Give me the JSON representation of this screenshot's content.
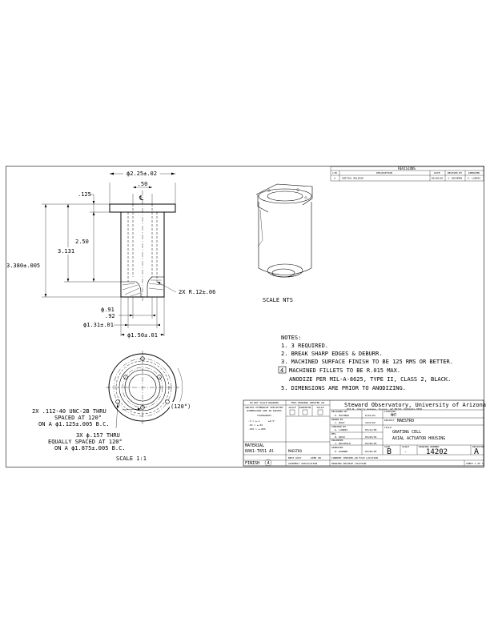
{
  "revisions": {
    "title": "REVISIONS",
    "headers": [
      "LTR",
      "DESCRIPTION",
      "DATE",
      "REVISED BY",
      "APPROVED"
    ],
    "rows": [
      [
        "A",
        "INITIAL RELEASE",
        "06/08/06",
        "J. BECHMAN",
        "G. LANDIS"
      ]
    ]
  },
  "dims": {
    "od": "ϕ2.25±.02",
    "p50": ".50",
    "p125": ".125",
    "p250": "2.50",
    "p3131": "3.131",
    "p3380": "3.380±.005",
    "fillet": "2X R.12±.06",
    "bore1": "ϕ.91",
    "bore2": ".92",
    "bore131": "ϕ1.31±.01",
    "od150": "ϕ1.50±.01",
    "tap1": "2X .112-40 UNC-2B THRU",
    "tap2": "SPACED AT 120°",
    "tap3": "ON A ϕ1.125±.005 B.C.",
    "angle": "(120°)",
    "hole1": "3X ϕ.157 THRU",
    "hole2": "EQUALLY SPACED AT 120°",
    "hole3": "ON A ϕ1.875±.005 B.C.",
    "scale": "SCALE 1:1",
    "scale_nts": "SCALE NTS",
    "center": "℄"
  },
  "notes": {
    "title": "NOTES:",
    "items": [
      "1. 3 REQUIRED.",
      "2. BREAK SHARP EDGES & DEBURR.",
      "3. MACHINED SURFACE FINISH TO BE 125 RMS OR BETTER.",
      "MACHINED FILLETS TO BE R.015 MAX.",
      "ANODIZE PER MIL-A-8625, TYPE II, CLASS 2, BLACK.",
      "5. DIMENSIONS ARE PRIOR TO ANODIZING."
    ],
    "flag": "4"
  },
  "title_block": {
    "no_scale": "DO NOT SCALE DRAWING",
    "unless": "UNLESS OTHERWISE SPECIFIED",
    "dims_in": "DIMENSIONS ARE IN INCHES",
    "tolerances": "TOLERANCES",
    "tol_x": ".X = ±.1",
    "tol_xx": ".XX = ±.02",
    "tol_xxx": ".XXX = ±.005",
    "tol_ang": "±0.5°",
    "drawing_created": "THIS DRAWING CREATED IN",
    "agile": "AGILE",
    "inventor": "INVENTOR",
    "solid": "SOLID",
    "material_label": "MATERIAL",
    "material": "6061-T651 Al",
    "finish_label": "FINISH",
    "finish_flag": "4",
    "next_assy": "NEXT ASSY",
    "used_on": "USED ON",
    "next_assy_val": "MAESTRO",
    "assembly_app": "ASSEMBLY APPLICATION",
    "org": "Steward Observatory, University of Arizona",
    "addr": "933 N. Cherry Avenue, Tucson, AZ 85721 (520)621-7858",
    "designed_by_lbl": "DESIGNED BY",
    "designed_by": "E. MATHEWS",
    "designed_date": "8/03/04",
    "drawn_by_lbl": "DRAWN BY",
    "drawn_by": "C. NAGY",
    "drawn_date": "10/6/04",
    "checked_by_lbl": "CHECKED BY",
    "checked_by": "G. LANDIS",
    "checked_date": "03/21/05",
    "mfg_lbl": "MFG",
    "mfg": "M. REID",
    "mfg_date": "05/06/05",
    "engineer_lbl": "ENGINEER",
    "engineer": "J. BECHTOLD",
    "engineer_date": "05/06/05",
    "approved_lbl": "APPROVED",
    "approved": "D. WARNER",
    "approved_date": "05/06/05",
    "category_lbl": "CATEGORY",
    "category": "MMT",
    "project_lbl": "PROJECT",
    "project": "MAESTRO",
    "title_lbl": "TITLE",
    "title1": "GRATING CELL",
    "title2": "AXIAL ACTUATOR HOUSING",
    "size_lbl": "SIZE",
    "size": "B",
    "scale_lbl": "SCALE",
    "scale": "-",
    "dwg_lbl": "DRAWING NUMBER",
    "dwg": "14202",
    "rev_lbl": "REVISION",
    "rev": "A",
    "sheet": "SHEET 1 OF 1",
    "loc1": "CURRENT CHECKED-IN FILE LOCATION",
    "loc2": "DRAWING ARCHIVE LOCATION"
  }
}
